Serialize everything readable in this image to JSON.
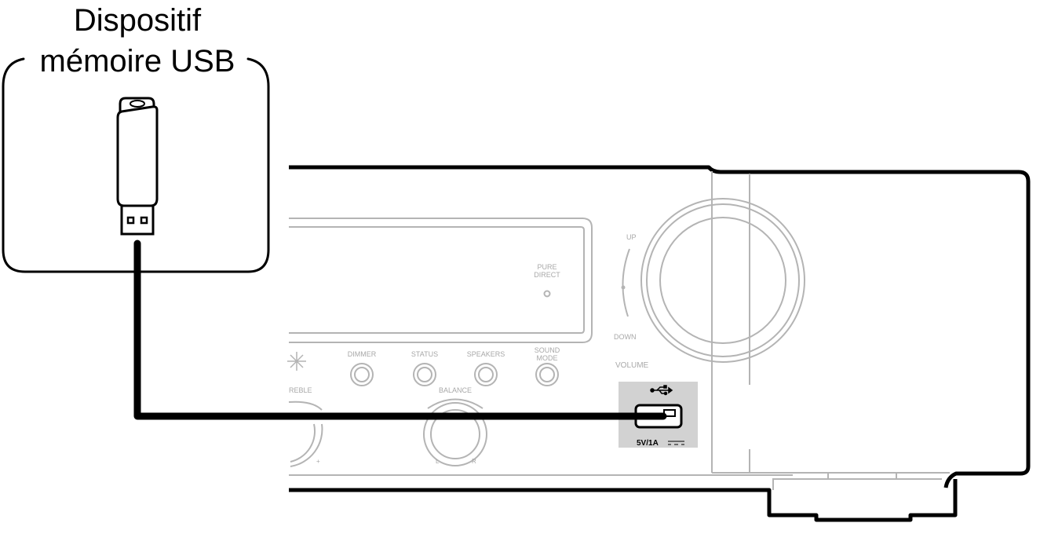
{
  "caption": {
    "line1": "Dispositif",
    "line2": "mémoire USB"
  },
  "panel": {
    "pure_direct_line1": "PURE",
    "pure_direct_line2": "DIRECT",
    "volume_up": "UP",
    "volume_down": "DOWN",
    "volume_label": "VOLUME",
    "button_dimmer": "DIMMER",
    "button_status": "STATUS",
    "button_speakers": "SPEAKERS",
    "button_sound_mode_line1": "SOUND",
    "button_sound_mode_line2": "MODE",
    "treble_label": "REBLE",
    "treble_plus": "+",
    "balance_label": "BALANCE",
    "balance_left": "L",
    "balance_right": "R",
    "usb_rating": "5V/1A"
  },
  "colors": {
    "outline": "#000000",
    "panel_line": "#b4b4b4",
    "usb_box": "#d2d2d2"
  }
}
